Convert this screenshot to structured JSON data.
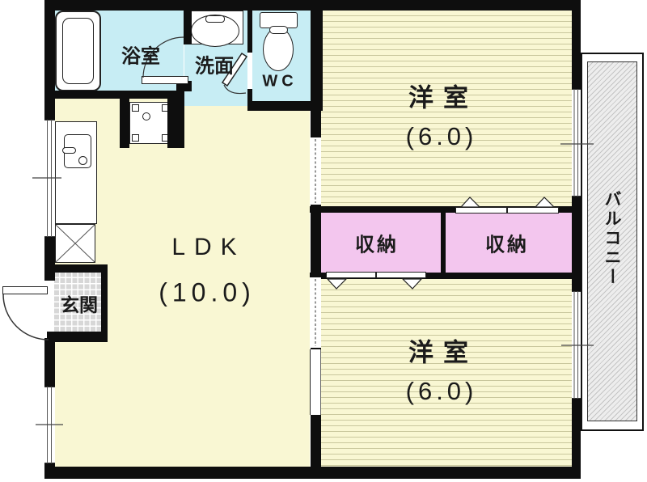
{
  "plan": {
    "type": "japanese-apartment-floorplan",
    "rooms": {
      "bathroom": {
        "label": "浴室"
      },
      "washroom": {
        "label": "洗面"
      },
      "toilet": {
        "label": "WC"
      },
      "western_room_top": {
        "label": "洋室",
        "size": "(6.0)"
      },
      "western_room_bottom": {
        "label": "洋室",
        "size": "(6.0)"
      },
      "ldk": {
        "label": "LDK",
        "size": "(10.0)"
      },
      "storage_left": {
        "label": "収納"
      },
      "storage_right": {
        "label": "収納"
      },
      "entrance": {
        "label": "玄関"
      },
      "balcony": {
        "label": "バルコニー"
      }
    },
    "colors": {
      "room_yellow": "#f9f7d3",
      "stripe_line": "#c9c79d",
      "wet_area_cyan": "#c7edf4",
      "storage_pink": "#f3c6ee",
      "entrance_grey": "#d7d7d7",
      "wall_black": "#0e0e0e"
    }
  }
}
